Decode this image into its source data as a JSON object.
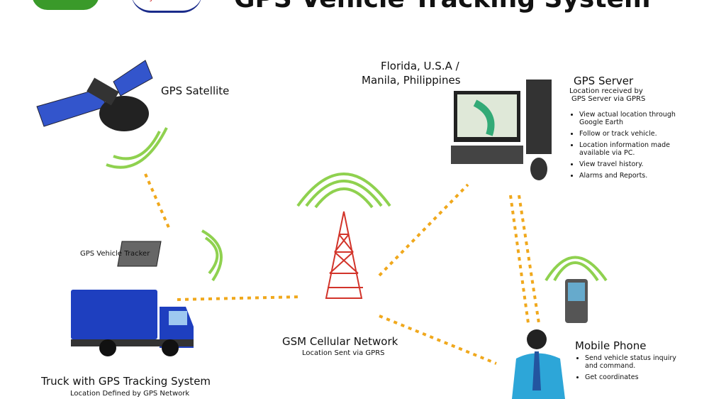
{
  "header": {
    "title": "GPS Vehicle Tracking System",
    "logo_right": "eye tracker"
  },
  "satellite": {
    "label": "GPS Satellite"
  },
  "tracker": {
    "label": "GPS Vehicle Tracker"
  },
  "truck": {
    "label": "Truck with GPS Tracking System",
    "sub": "Location Defined by GPS Network"
  },
  "gsm": {
    "label": "GSM Cellular Network",
    "sub": "Location Sent via GPRS"
  },
  "location": {
    "line1": "Florida, U.S.A /",
    "line2": "Manila, Philippines"
  },
  "server": {
    "label": "GPS Server",
    "sub1": "Location received by",
    "sub2": "GPS Server via GPRS",
    "items": [
      "View actual location through Google Earth",
      "Follow or track vehicle.",
      "Location information made available via PC.",
      "View travel history.",
      "Alarms and Reports."
    ]
  },
  "mobile": {
    "label": "Mobile Phone",
    "items": [
      "Send vehicle status inquiry and command.",
      "Get coordinates"
    ]
  },
  "colors": {
    "link": "#f0a81c",
    "signal": "#8fd14f",
    "truck": "#1e3fbf",
    "tower": "#d2342a"
  }
}
